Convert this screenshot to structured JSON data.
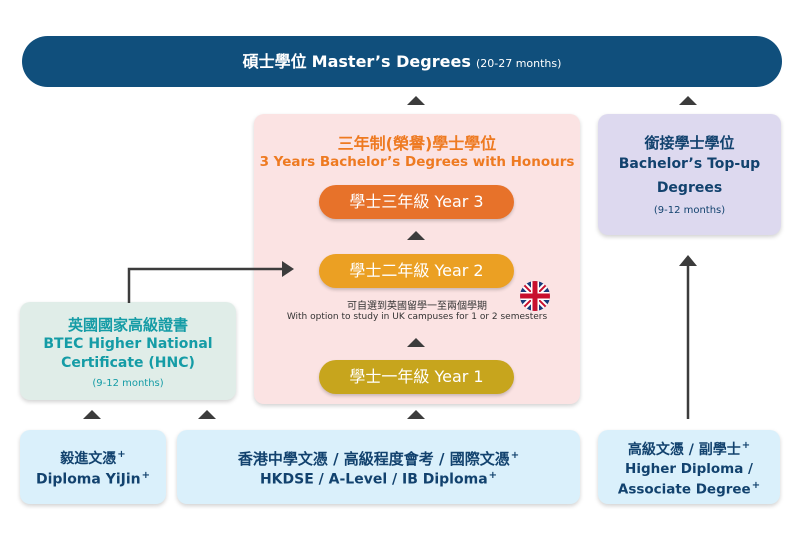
{
  "colors": {
    "masters_bar": "#104f7c",
    "honours_panel": "#fbe3e3",
    "honours_text": "#ee7a21",
    "topup_panel": "#ddd9ef",
    "hnc_panel": "#e0ede8",
    "hnc_text": "#159ca6",
    "entry_panel": "#daf0fb",
    "navy_text": "#12426e",
    "year3": "#e7722a",
    "year2": "#eba023",
    "year1": "#c7a51d",
    "arrow": "#3c3c3c"
  },
  "masters": {
    "zh": "碩士學位",
    "en": "Master’s Degrees",
    "duration": "(20-27 months)"
  },
  "honours": {
    "title_zh": "三年制(榮譽)學士學位",
    "title_en": "3 Years Bachelor’s Degrees with Honours",
    "year3": "學士三年級 Year 3",
    "year2": "學士二年級 Year 2",
    "year1": "學士一年級 Year 1",
    "uk_option_zh": "可自選到英國留學一至兩個學期",
    "uk_option_en": "With option to study in UK campuses for 1 or 2 semesters",
    "flag_icon": "uk-flag-icon"
  },
  "topup": {
    "zh": "銜接學士學位",
    "en_line1": "Bachelor’s Top-up",
    "en_line2": "Degrees",
    "duration": "(9-12 months)"
  },
  "hnc": {
    "zh": "英國國家高級證書",
    "en_line1": "BTEC Higher National",
    "en_line2": "Certificate (HNC)",
    "duration": "(9-12 months)"
  },
  "entry": {
    "yijin_zh": "毅進文憑",
    "yijin_en": "Diploma YiJin",
    "hkdse_zh": "香港中學文憑 / 高級程度會考 / 國際文憑",
    "hkdse_en": "HKDSE / A-Level / IB Diploma",
    "higher_dip_zh": "高級文憑 / 副學士",
    "higher_dip_en_line1": "Higher Diploma /",
    "higher_dip_en_line2": "Associate Degree",
    "plus_mark": "+"
  }
}
